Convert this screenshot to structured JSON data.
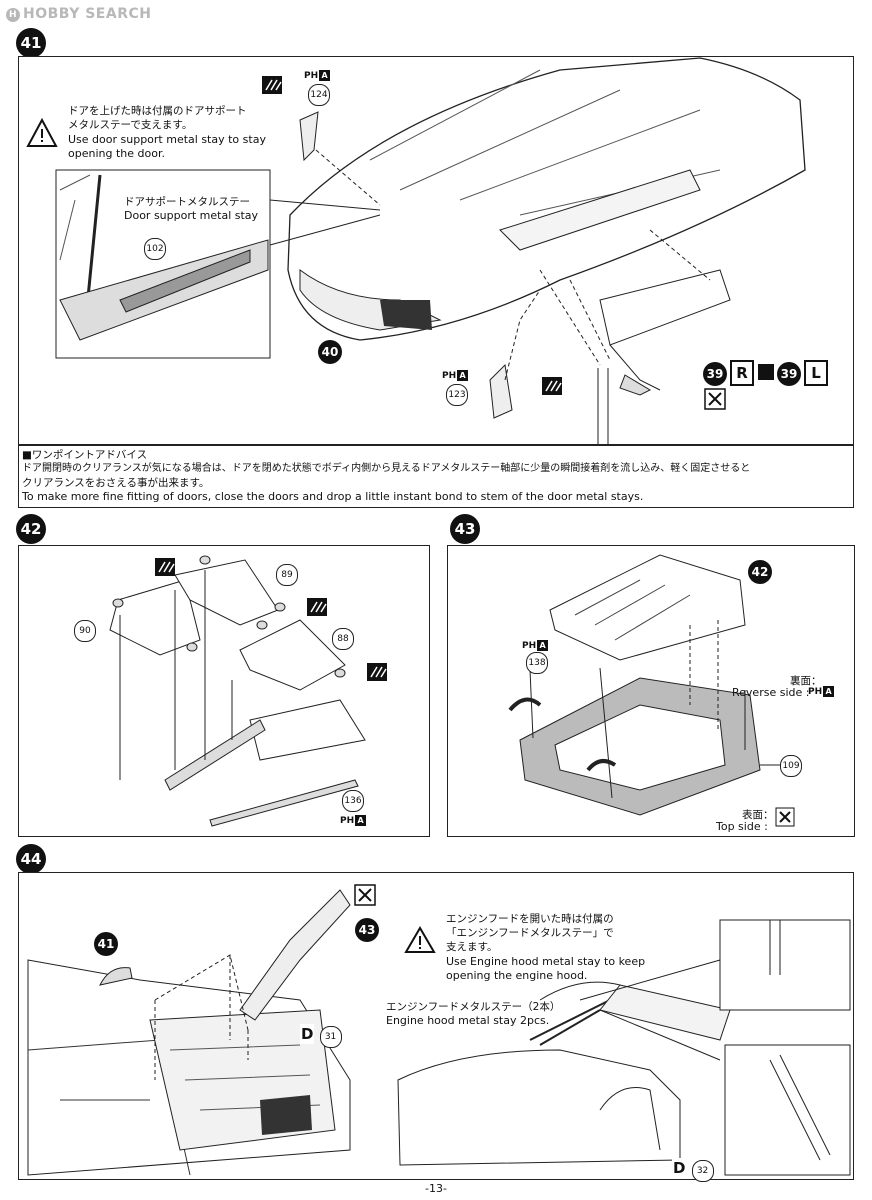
{
  "watermark": {
    "text": "HOBBY SEARCH",
    "mark": "H"
  },
  "step41": {
    "number": "41",
    "warning_jp_1": "ドアを上げた時は付属のドアサポート",
    "warning_jp_2": "メタルステーで支えます。",
    "warning_en_1": "Use door support metal stay to stay",
    "warning_en_2": "opening the door.",
    "inset_jp": "ドアサポートメタルステー",
    "inset_en": "Door support metal stay",
    "part_102": "102",
    "part_124": "124",
    "part_123": "123",
    "sub_40": "40",
    "sub_39a": "39",
    "sub_39b": "39",
    "letter_r": "R",
    "letter_l": "L",
    "ph": "PH",
    "ph_box": "A",
    "advice_title": "■ワンポイントアドバイス",
    "advice_jp_1": "ドア開閉時のクリアランスが気になる場合は、ドアを閉めた状態でボディ内側から見えるドアメタルステー軸部に少量の瞬間接着剤を流し込み、軽く固定させると",
    "advice_jp_2": "クリアランスをおさえる事が出来ます。",
    "advice_en": "To make more fine fitting of doors, close the doors and drop a little instant bond to stem of the door metal stays."
  },
  "step42": {
    "number": "42",
    "part_89": "89",
    "part_90": "90",
    "part_88": "88",
    "part_136": "136",
    "ph": "PH",
    "ph_box": "A"
  },
  "step43": {
    "number": "43",
    "sub_42": "42",
    "part_138": "138",
    "part_109": "109",
    "reverse_jp": "裏面：",
    "reverse_en": "Reverse side :",
    "top_jp": "表面：",
    "top_en": "Top side :",
    "ph": "PH",
    "ph_box": "A"
  },
  "step44": {
    "number": "44",
    "sub_41": "41",
    "sub_43": "43",
    "d31_letter": "D",
    "d31_num": "31",
    "d32_letter": "D",
    "d32_num": "32",
    "warning_jp_1": "エンジンフードを開いた時は付属の",
    "warning_jp_2": "「エンジンフードメタルステー」で",
    "warning_jp_3": "支えます。",
    "warning_en_1": "Use Engine hood metal stay to keep",
    "warning_en_2": "opening the engine hood.",
    "stay_jp": "エンジンフードメタルステー（2本）",
    "stay_en": "Engine hood metal stay 2pcs."
  },
  "footer": {
    "page": "-13-"
  }
}
